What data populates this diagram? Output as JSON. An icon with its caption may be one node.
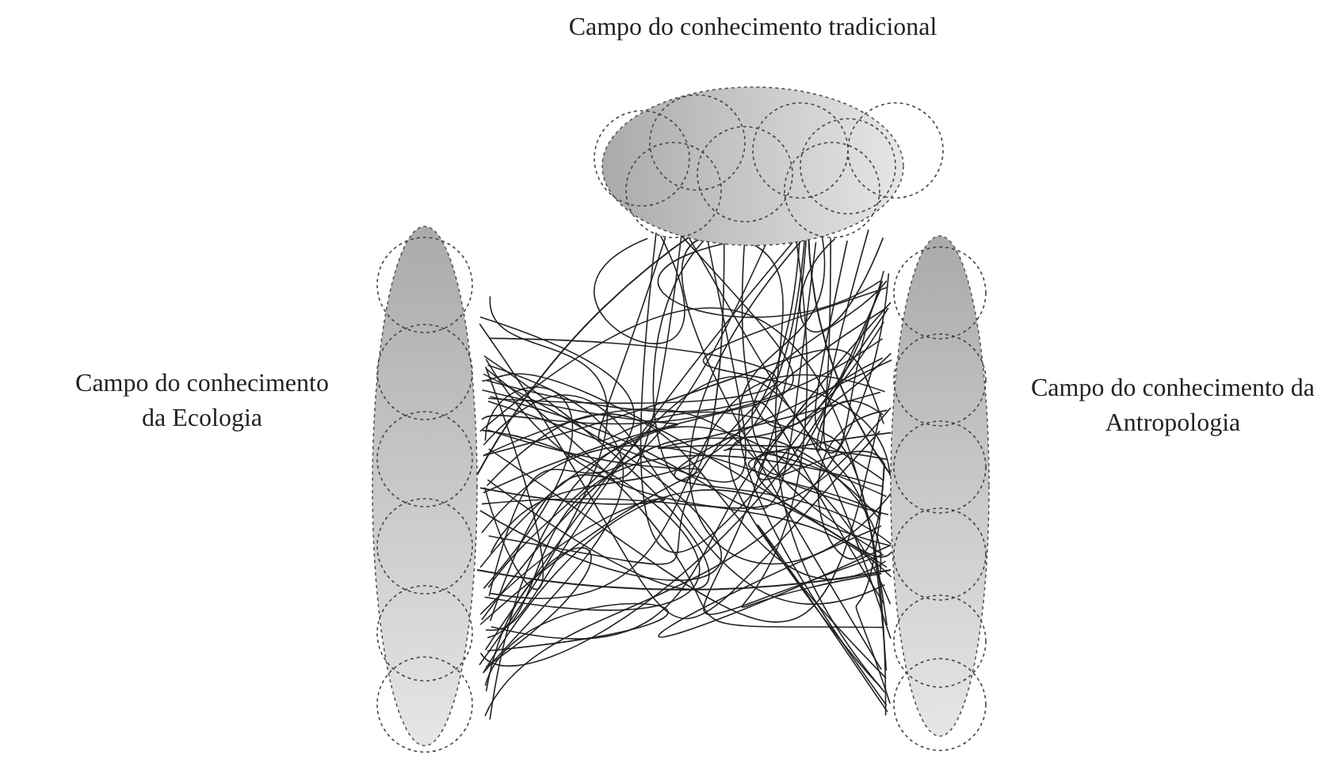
{
  "diagram": {
    "nodes": [
      {
        "text": [
          "Campo do conhecimento tradicional"
        ]
      },
      {
        "text": [
          "Campo do conhecimento da Ecologia"
        ]
      },
      {
        "text": [
          "Campo do conhecimento da Antropologia"
        ]
      }
    ],
    "edges": [
      {
        "from": 0,
        "to": 1,
        "arrow": "none"
      },
      {
        "from": 0,
        "to": 2,
        "arrow": "none"
      },
      {
        "from": 1,
        "to": 2,
        "arrow": "none"
      }
    ]
  }
}
